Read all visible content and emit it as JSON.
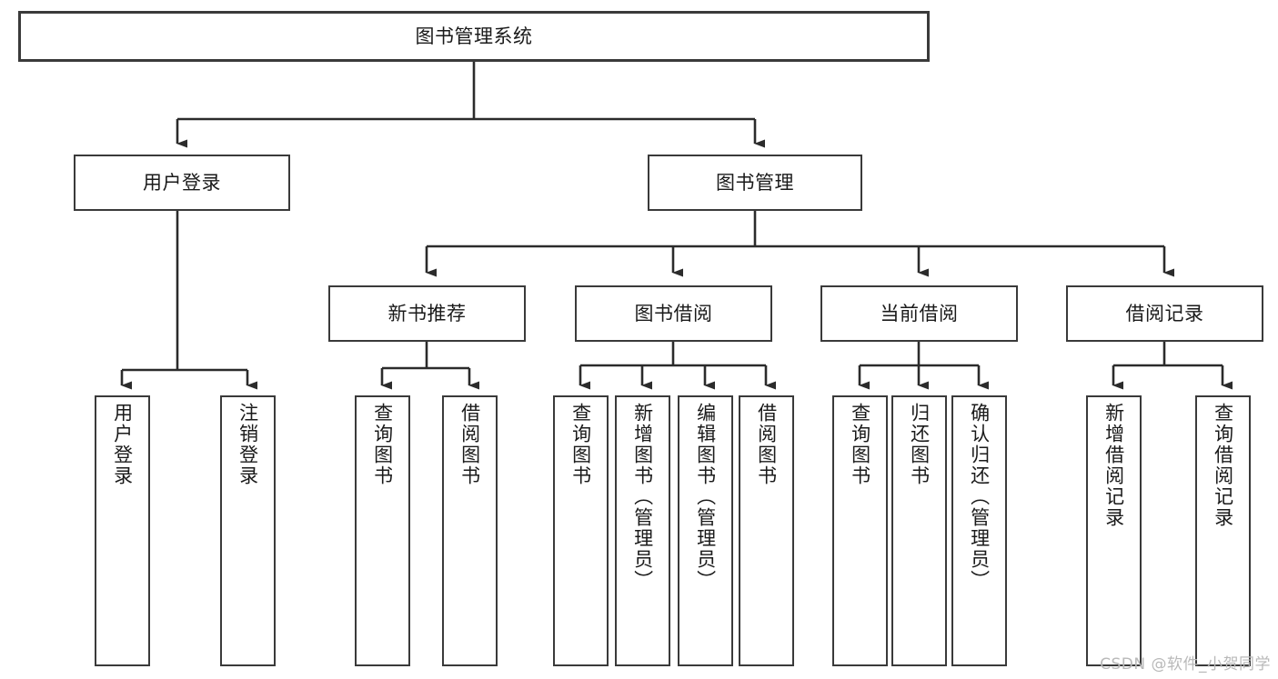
{
  "diagram": {
    "type": "hierarchy-tree",
    "title": "图书管理系统",
    "colors": {
      "box_border": "#3a3a3a",
      "box_fill": "#ffffff",
      "connector": "#2b2b2b",
      "text": "#1a1a1a",
      "watermark": "#b9b9b9"
    },
    "levels": {
      "root": {
        "label": "图书管理系统"
      },
      "level2": [
        {
          "id": "user-login",
          "label": "用户登录"
        },
        {
          "id": "book-management",
          "label": "图书管理"
        }
      ],
      "level3": [
        {
          "id": "new-book-recommend",
          "label": "新书推荐"
        },
        {
          "id": "book-borrow",
          "label": "图书借阅"
        },
        {
          "id": "current-borrow",
          "label": "当前借阅"
        },
        {
          "id": "borrow-record",
          "label": "借阅记录"
        }
      ],
      "leaves": {
        "user_login": [
          {
            "id": "leaf-user-login",
            "label": "用户登录"
          },
          {
            "id": "leaf-logout-login",
            "label": "注销登录"
          }
        ],
        "new_book_recommend": [
          {
            "id": "leaf-query-book-1",
            "label": "查询图书"
          },
          {
            "id": "leaf-borrow-book-1",
            "label": "借阅图书"
          }
        ],
        "book_borrow": [
          {
            "id": "leaf-query-book-2",
            "label": "查询图书"
          },
          {
            "id": "leaf-add-book-admin",
            "label": "新增图书（管理员）"
          },
          {
            "id": "leaf-edit-book-admin",
            "label": "编辑图书（管理员）"
          },
          {
            "id": "leaf-borrow-book-2",
            "label": "借阅图书"
          }
        ],
        "current_borrow": [
          {
            "id": "leaf-query-book-3",
            "label": "查询图书"
          },
          {
            "id": "leaf-return-book",
            "label": "归还图书"
          },
          {
            "id": "leaf-confirm-return-admin",
            "label": "确认归还（管理员）"
          }
        ],
        "borrow_record": [
          {
            "id": "leaf-add-borrow-record",
            "label": "新增借阅记录"
          },
          {
            "id": "leaf-query-borrow-record",
            "label": "查询借阅记录"
          }
        ]
      }
    },
    "watermark": "CSDN @软件_小贺同学"
  }
}
